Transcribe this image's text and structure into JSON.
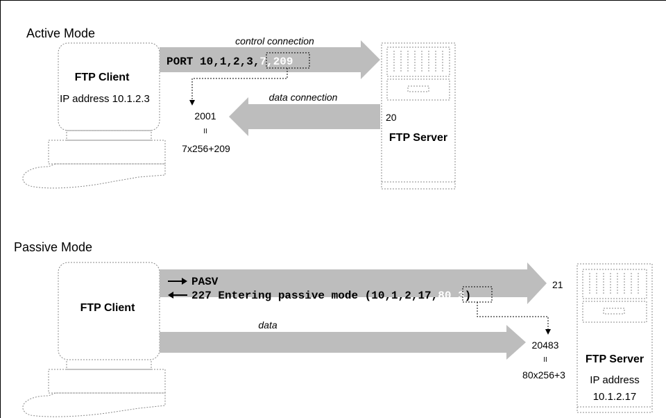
{
  "active": {
    "title": "Active Mode",
    "client_title": "FTP Client",
    "client_ip": "IP address 10.1.2.3",
    "control_label": "control connection",
    "port_cmd_prefix": "PORT 10,1,2,3,",
    "port_cmd_highlight": "7,209",
    "data_label": "data connection",
    "client_port": "2001",
    "equals_mark": "II",
    "client_port_calc": "7x256+209",
    "server_port": "20",
    "server_title": "FTP Server"
  },
  "passive": {
    "title": "Passive Mode",
    "client_title": "FTP Client",
    "pasv_cmd": "PASV",
    "reply_prefix": "227 Entering passive mode (10,1,2,17,",
    "reply_highlight": "80,3",
    "reply_suffix": ")",
    "server_control_port": "21",
    "data_label": "data",
    "server_data_port": "20483",
    "equals_mark": "II",
    "server_port_calc": "80x256+3",
    "server_title": "FTP Server",
    "server_ip_line1": "IP address",
    "server_ip_line2": "10.1.2.17"
  }
}
